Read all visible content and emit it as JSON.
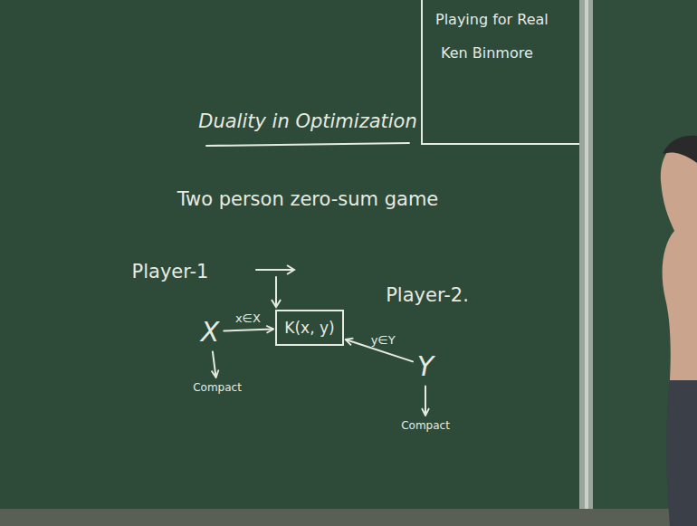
{
  "diagram": {
    "title": "Duality in Optimization",
    "nodes": [
      {
        "text": [
          "Playing for Real",
          "Ken Binmore"
        ]
      },
      {
        "text": [
          "K(x, y)"
        ]
      },
      {
        "text": [
          "X"
        ]
      },
      {
        "text": [
          "Y"
        ]
      },
      {
        "text": [
          "Compact"
        ]
      },
      {
        "text": [
          "Compact"
        ]
      }
    ],
    "edges": [
      {
        "from": 2,
        "to": 1,
        "label": "x∈X",
        "arrow": "to"
      },
      {
        "from": 3,
        "to": 1,
        "label": "y∈Y",
        "arrow": "to"
      },
      {
        "from": 2,
        "to": 4,
        "arrow": "to"
      },
      {
        "from": 3,
        "to": 5,
        "arrow": "to"
      }
    ],
    "labels": [
      "Two person zero-sum game",
      "Player-1",
      "Player-2."
    ]
  }
}
